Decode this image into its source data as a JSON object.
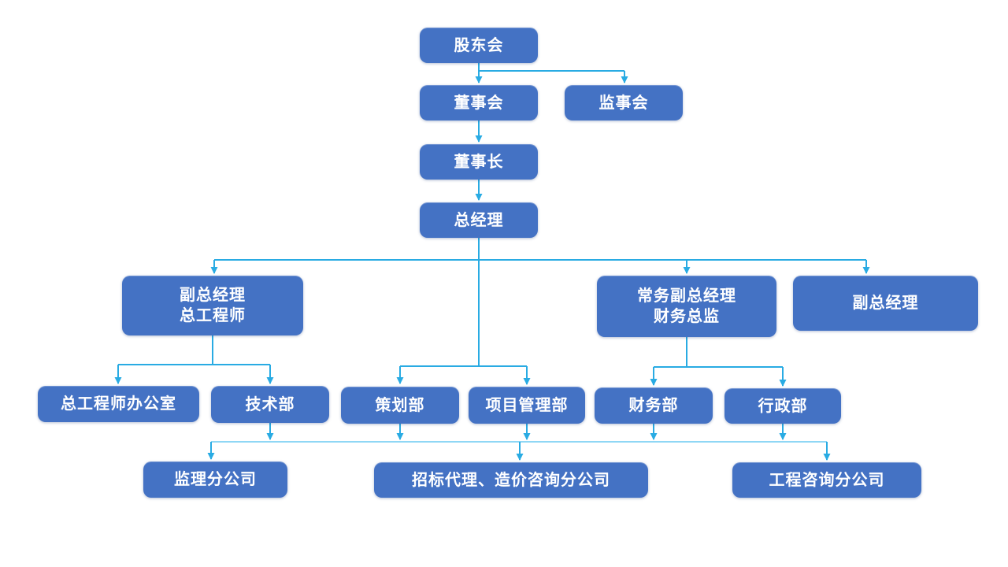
{
  "diagram": {
    "type": "org-chart",
    "nodes": {
      "shareholders": {
        "label": "股东会"
      },
      "board": {
        "label": "董事会"
      },
      "supervisors": {
        "label": "监事会"
      },
      "chairman": {
        "label": "董事长"
      },
      "general_manager": {
        "label": "总经理"
      },
      "deputy_gm_chief_engineer": {
        "line1": "副总经理",
        "line2": "总工程师"
      },
      "exec_deputy_gm_cfo": {
        "line1": "常务副总经理",
        "line2": "财务总监"
      },
      "deputy_gm": {
        "label": "副总经理"
      },
      "chief_engineer_office": {
        "label": "总工程师办公室"
      },
      "technology_dept": {
        "label": "技术部"
      },
      "planning_dept": {
        "label": "策划部"
      },
      "project_mgmt_dept": {
        "label": "项目管理部"
      },
      "finance_dept": {
        "label": "财务部"
      },
      "admin_dept": {
        "label": "行政部"
      },
      "supervision_branch": {
        "label": "监理分公司"
      },
      "bidding_cost_branch": {
        "label": "招标代理、造价咨询分公司"
      },
      "consulting_branch": {
        "label": "工程咨询分公司"
      }
    },
    "colors": {
      "node_fill": "#4472C4",
      "node_text": "#FFFFFF",
      "connector": "#29ABE3",
      "connector_light": "#8FD7F5",
      "background": "#FFFFFF"
    }
  }
}
